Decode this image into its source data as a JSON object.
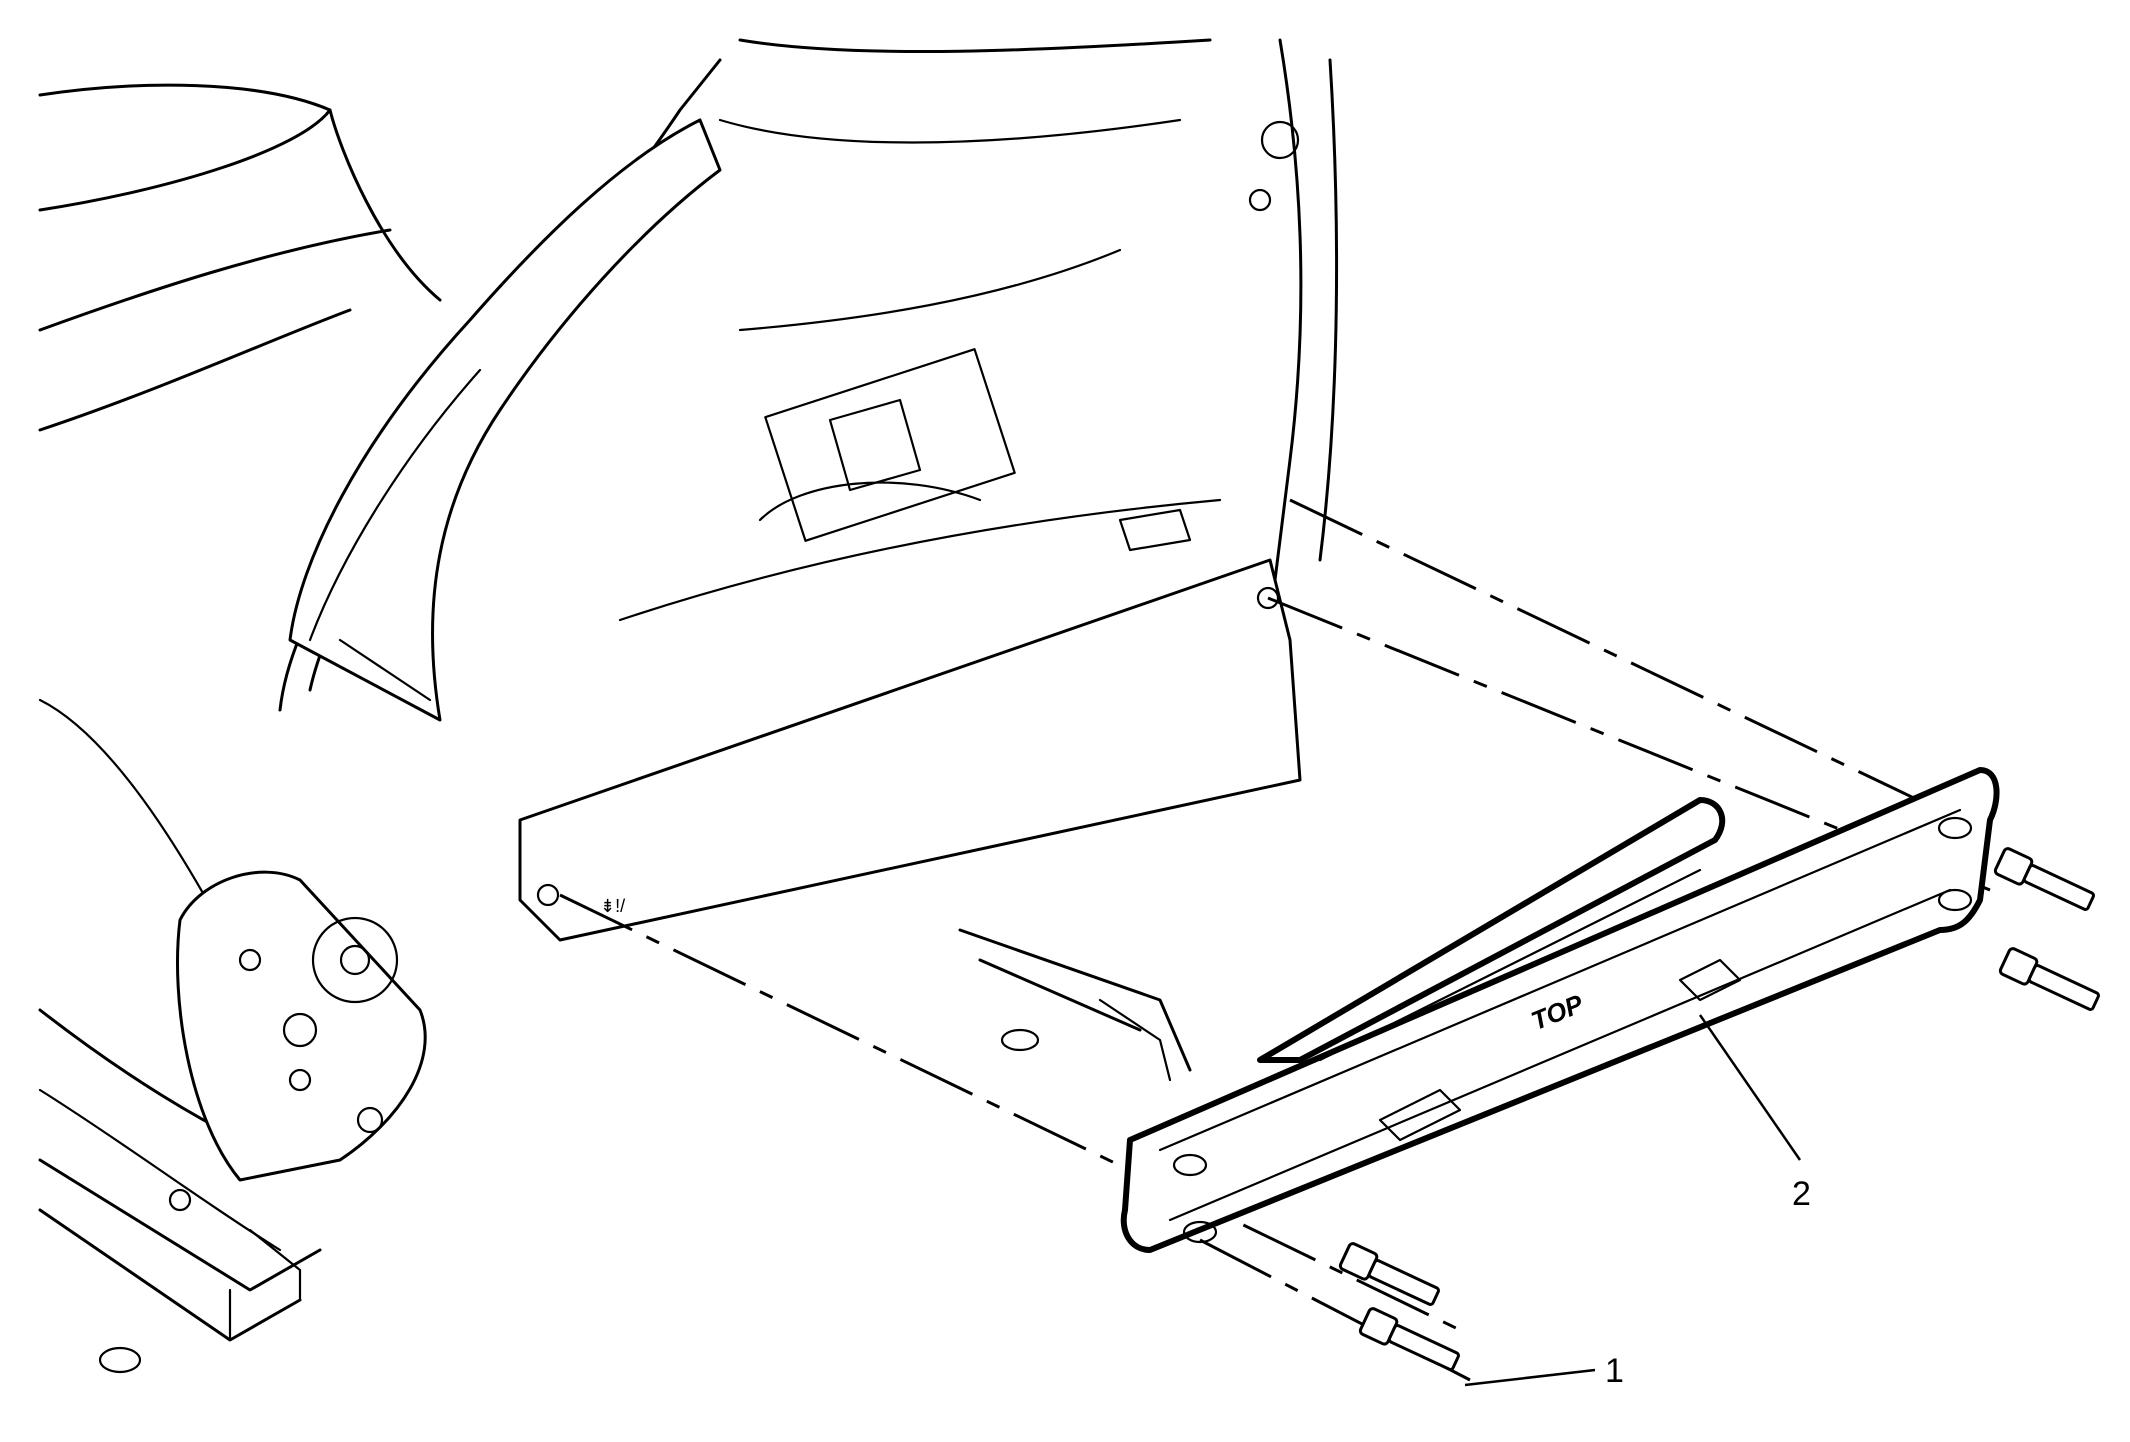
{
  "figure": {
    "callouts": [
      {
        "id": "1",
        "label": "1",
        "target": "bolts"
      },
      {
        "id": "2",
        "label": "2",
        "target": "seat-panel"
      }
    ],
    "embossed_text": {
      "top_mark": "TOP"
    }
  },
  "colors": {
    "ink": "#000000",
    "paper": "#ffffff"
  }
}
